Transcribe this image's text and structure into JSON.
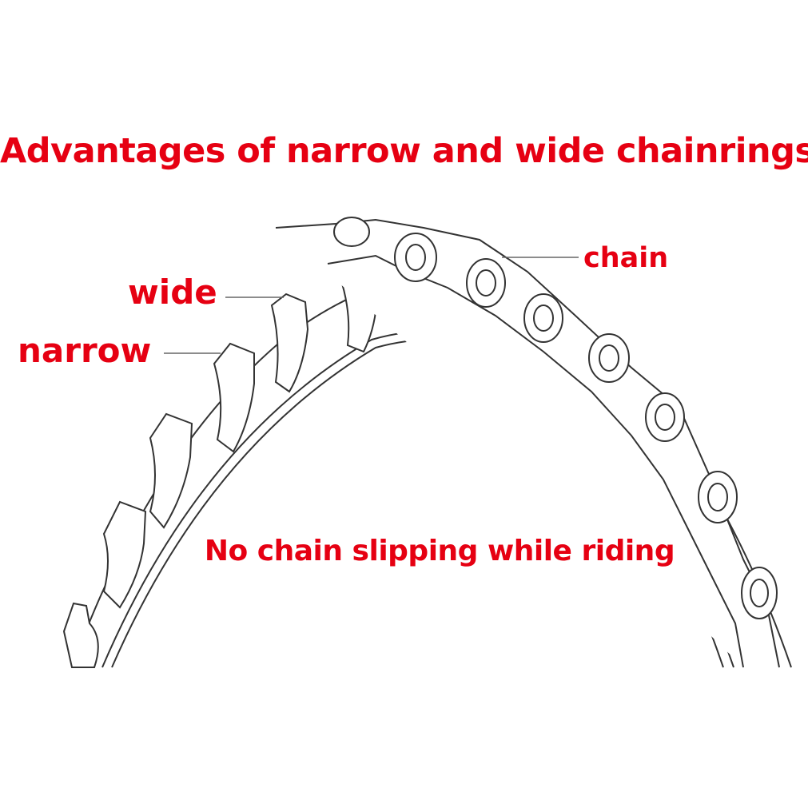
{
  "title": "Advantages of narrow and wide chainrings",
  "labels": {
    "chain": "chain",
    "wide": "wide",
    "narrow": "narrow",
    "caption": "No chain slipping while riding"
  },
  "colors": {
    "label_red": "#e60012",
    "line_art": "#333333",
    "background": "#ffffff"
  }
}
